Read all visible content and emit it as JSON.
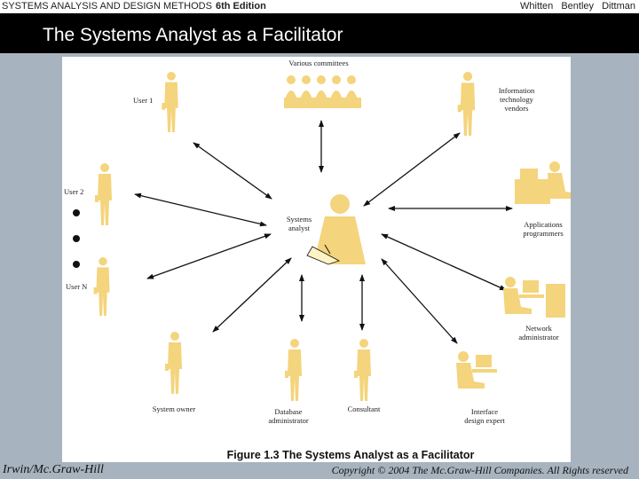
{
  "header": {
    "course": "SYSTEMS ANALYSIS AND DESIGN METHODS",
    "edition": "6th Edition",
    "authors": "Whitten Bentley Dittman"
  },
  "slide_title": "The Systems Analyst as a Facilitator",
  "diagram": {
    "center": [
      "Systems",
      "analyst"
    ],
    "nodes": {
      "committees": [
        "Various committees"
      ],
      "user1": [
        "User 1"
      ],
      "vendors": [
        "Information",
        "technology",
        "vendors"
      ],
      "user2": [
        "User 2"
      ],
      "apps": [
        "Applications",
        "programmers"
      ],
      "usern": [
        "User N"
      ],
      "network": [
        "Network",
        "administrator"
      ],
      "owner": [
        "System owner"
      ],
      "dba": [
        "Database",
        "administrator"
      ],
      "consultant": [
        "Consultant"
      ],
      "interface": [
        "Interface",
        "design expert"
      ]
    },
    "figure_color": "#f4d47c"
  },
  "caption": "Figure 1.3 The Systems Analyst as a Facilitator",
  "footer": {
    "publisher": "Irwin/Mc.Graw-Hill",
    "copyright": "Copyright © 2004 The Mc.Graw-Hill Companies. All Rights reserved"
  }
}
